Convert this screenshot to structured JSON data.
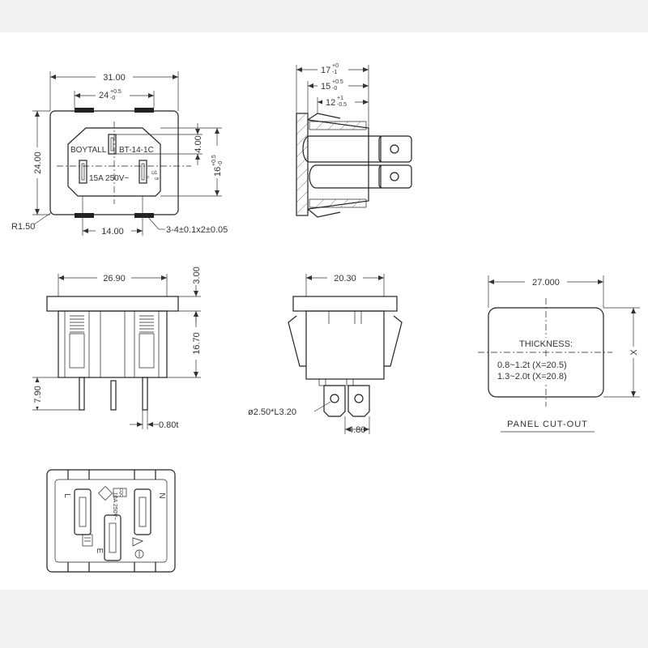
{
  "front_view": {
    "width": "31.00",
    "inner_width": "24",
    "inner_width_tol_plus": "+0.5",
    "inner_width_tol_minus": "-0",
    "height": "24.00",
    "radius": "R1.50",
    "pin_spacing": "14.00",
    "pin_height": "4.00",
    "slot_height": "16",
    "slot_height_tol_plus": "+0.5",
    "slot_height_tol_minus": "-0",
    "mount_holes": "3-4±0.1x2±0.05",
    "brand": "BOYTALL",
    "model": "BT-14-1C",
    "rating": "15A 250V~",
    "ul_mark": "UL",
    "ul_c": "c",
    "ul_us": "us"
  },
  "side_view": {
    "dim1": "17",
    "dim1_tol_plus": "+0",
    "dim1_tol_minus": "-1",
    "dim2": "15",
    "dim2_tol_plus": "+0.5",
    "dim2_tol_minus": "-0",
    "dim3": "12",
    "dim3_tol_plus": "+1",
    "dim3_tol_minus": "-0.5"
  },
  "bottom_view": {
    "width": "26.90",
    "flange": "3.00",
    "body_height": "16.70",
    "pin_length": "7.90",
    "pin_thickness": "0.80t"
  },
  "end_view": {
    "width": "20.30",
    "hole": "ø2.50*L3.20",
    "tab_width": "4.80"
  },
  "panel_cutout": {
    "width": "27.000",
    "height_var": "X",
    "thickness_label": "THICKNESS:",
    "row1": "0.8~1.2t  (X=20.5)",
    "row2": "1.3~2.0t  (X=20.8)",
    "caption": "PANEL CUT-OUT"
  },
  "rear_view": {
    "L": "L",
    "N": "N",
    "E": "E",
    "rating": "10A 250V~",
    "cqc": "CQC"
  }
}
